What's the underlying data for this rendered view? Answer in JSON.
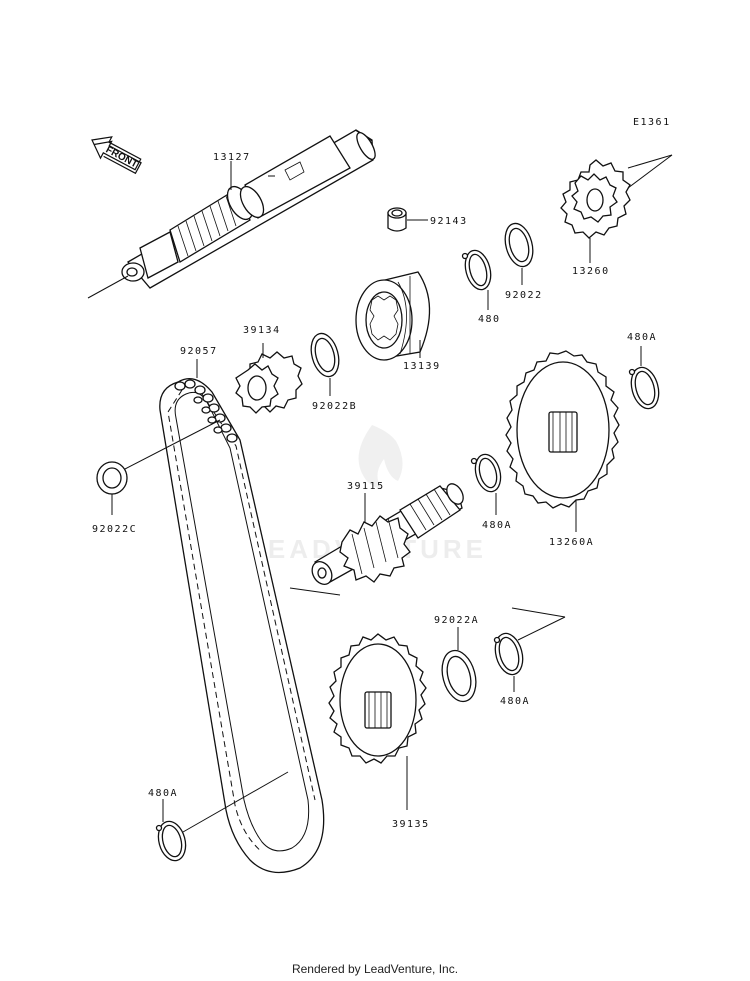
{
  "diagram_id": "E1361",
  "front_label": "FRONT",
  "watermark": "LEADVENTURE",
  "footer": "Rendered by LeadVenture, Inc.",
  "parts": {
    "shaft_13127": "13127",
    "collar_92143": "92143",
    "gear_13260": "13260",
    "circlip_480": "480",
    "washer_92022": "92022",
    "dog_13139": "13139",
    "sprocket_39134": "39134",
    "washer_92022B": "92022B",
    "chain_92057": "92057",
    "circlip_480A_top": "480A",
    "gear_13260A": "13260A",
    "washer_92022C": "92022C",
    "shaft_39115": "39115",
    "circlip_480A_mid": "480A",
    "washer_92022A": "92022A",
    "circlip_480A_right": "480A",
    "sprocket_39135": "39135",
    "circlip_480A_bottom": "480A"
  }
}
